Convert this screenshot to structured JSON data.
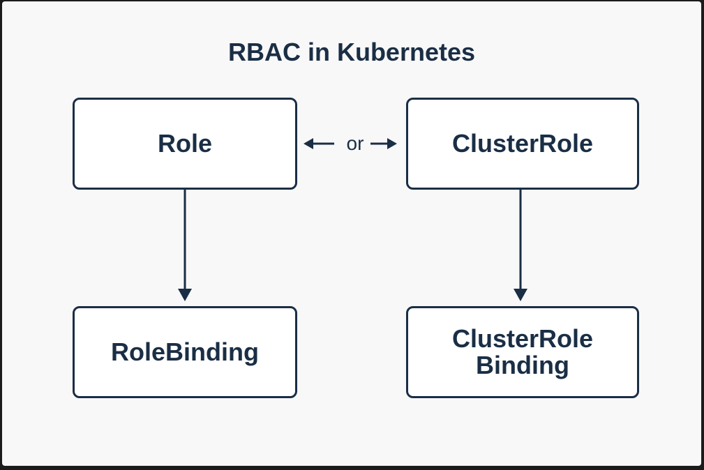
{
  "diagram": {
    "title": "RBAC in Kubernetes",
    "nodes": {
      "role": "Role",
      "clusterrole": "ClusterRole",
      "rolebinding": "RoleBinding",
      "clusterrolebinding": "ClusterRole\nBinding"
    },
    "connector_label": "or",
    "colors": {
      "ink": "#1a2e45",
      "background": "#f8f8f8",
      "node_fill": "#ffffff"
    }
  }
}
